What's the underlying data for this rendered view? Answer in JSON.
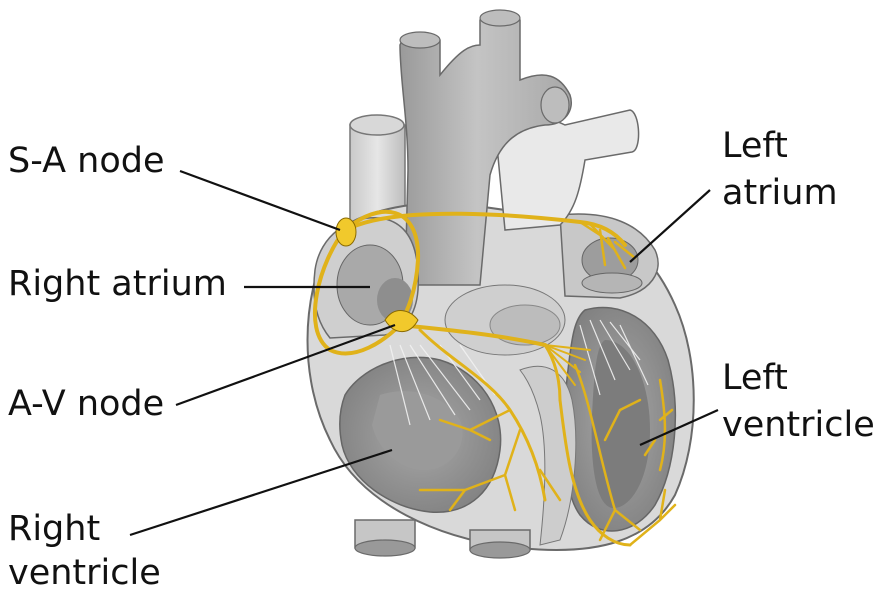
{
  "labels": {
    "sa_node": "S-A node",
    "right_atrium": "Right atrium",
    "av_node": "A-V node",
    "right_ventricle_1": "Right",
    "right_ventricle_2": "ventricle",
    "left_atrium_1": "Left",
    "left_atrium_2": "atrium",
    "left_ventricle_1": "Left",
    "left_ventricle_2": "ventricle"
  },
  "colors": {
    "conduction": "#e0b21a",
    "conduction_outline": "#8a6a00",
    "tissue_light": "#dcdcdc",
    "tissue_mid": "#bdbdbd",
    "tissue_dark": "#8f8f8f",
    "outline": "#6a6a6a"
  }
}
